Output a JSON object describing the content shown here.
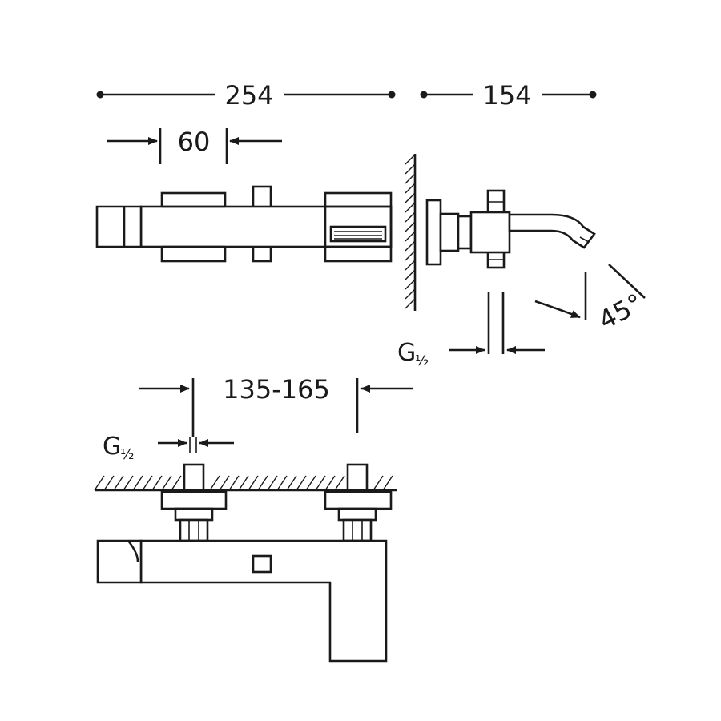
{
  "dimensions": {
    "overall_length": "254",
    "projection": "154",
    "handle_width": "60",
    "centers": "135-165",
    "angle": "45°"
  },
  "threads": {
    "side_view": {
      "letter": "G",
      "fraction": "½"
    },
    "bottom_view": {
      "letter": "G",
      "fraction": "½"
    }
  }
}
